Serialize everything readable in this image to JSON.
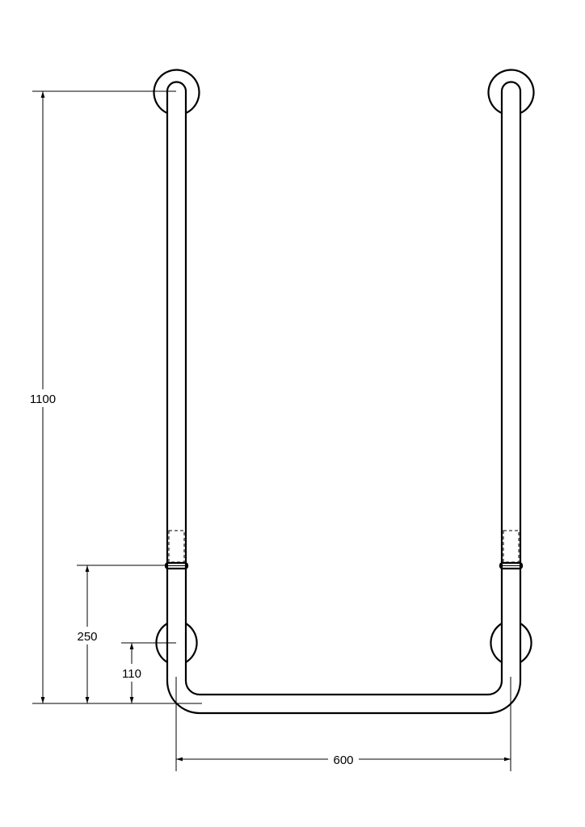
{
  "dimensions": {
    "total_height": "1100",
    "joint_height": "250",
    "rosette_height": "110",
    "width": "600"
  },
  "colors": {
    "line": "#000000",
    "background": "#ffffff"
  }
}
